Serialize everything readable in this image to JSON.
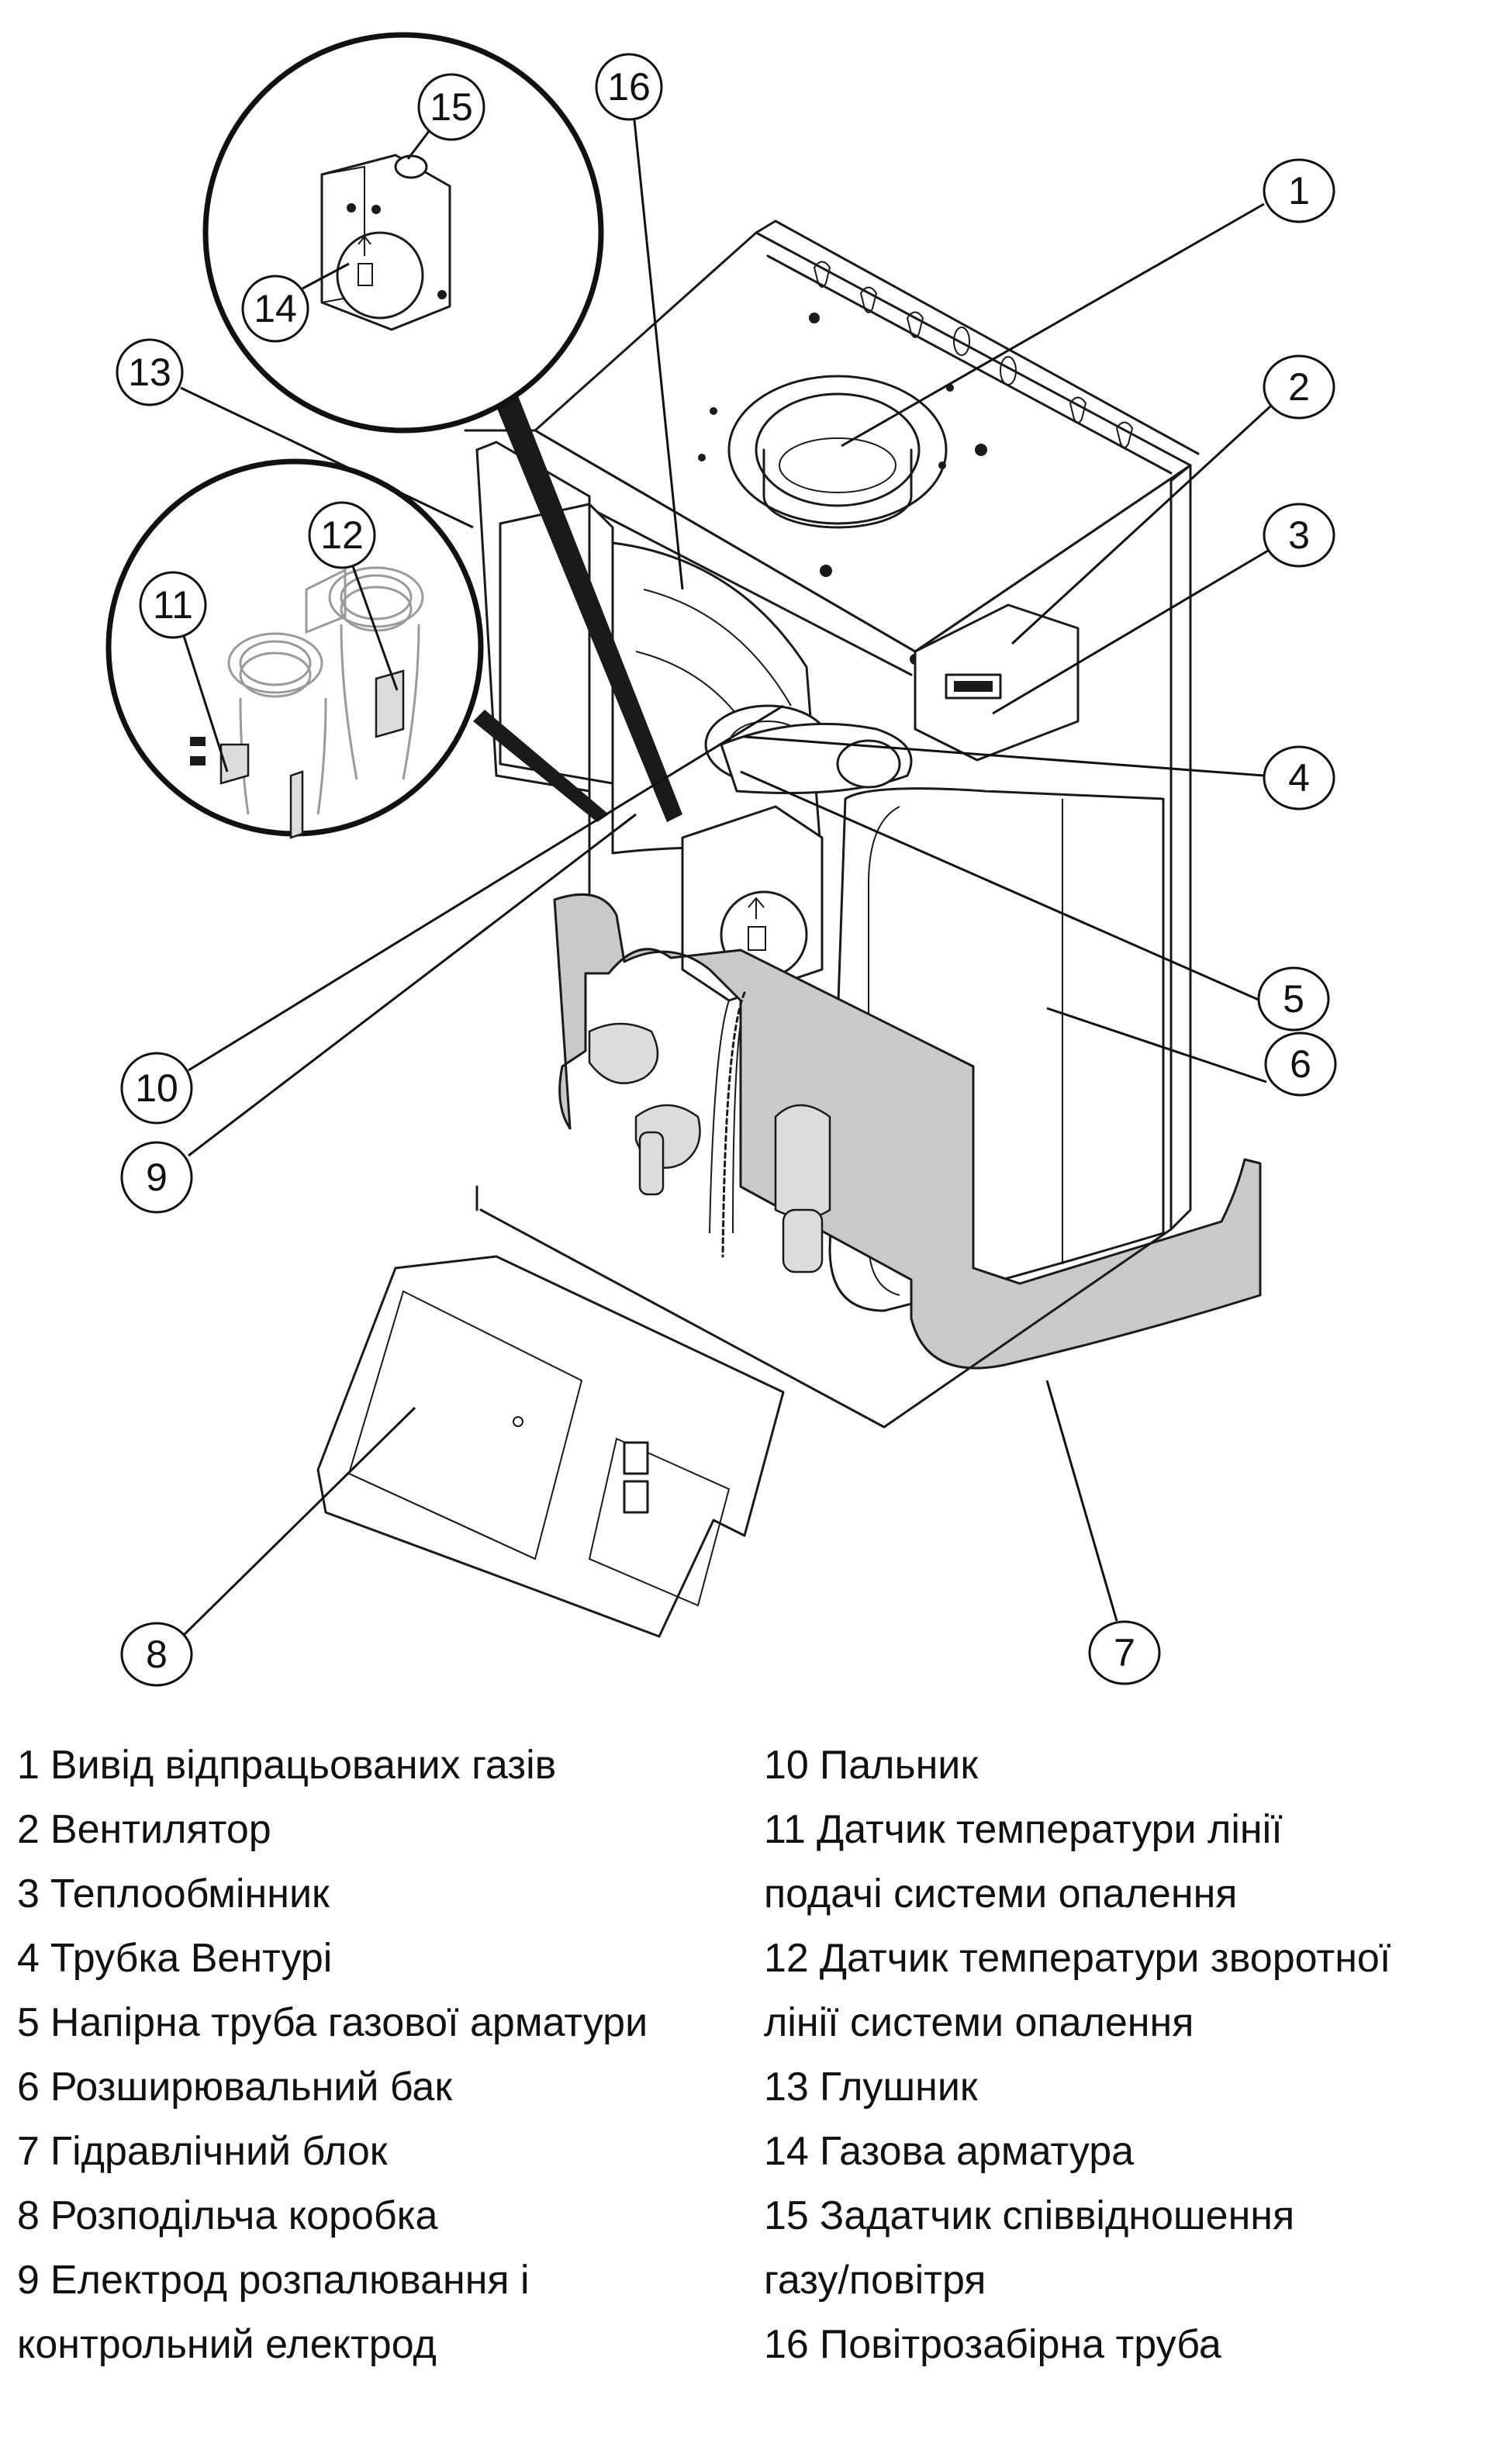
{
  "figure": {
    "callouts": [
      {
        "number": "1"
      },
      {
        "number": "2"
      },
      {
        "number": "3"
      },
      {
        "number": "4"
      },
      {
        "number": "5"
      },
      {
        "number": "6"
      },
      {
        "number": "7"
      },
      {
        "number": "8"
      },
      {
        "number": "9"
      },
      {
        "number": "10"
      },
      {
        "number": "11"
      },
      {
        "number": "12"
      },
      {
        "number": "13"
      },
      {
        "number": "14"
      },
      {
        "number": "15"
      },
      {
        "number": "16"
      }
    ],
    "colors": {
      "line": "#1a1a1a",
      "shade": "#c9c9c9",
      "background": "#ffffff"
    }
  },
  "legend": {
    "left": [
      {
        "num": "1",
        "lines": [
          "Вивід відпрацьованих газів"
        ]
      },
      {
        "num": "2",
        "lines": [
          "Вентилятор"
        ]
      },
      {
        "num": "3",
        "lines": [
          "Теплообмінник"
        ]
      },
      {
        "num": "4",
        "lines": [
          "Трубка Вентурі"
        ]
      },
      {
        "num": "5",
        "lines": [
          "Напірна труба газової арматури"
        ]
      },
      {
        "num": "6",
        "lines": [
          "Розширювальний бак"
        ]
      },
      {
        "num": "7",
        "lines": [
          "Гідравлічний блок"
        ]
      },
      {
        "num": "8",
        "lines": [
          "Розподільча коробка"
        ]
      },
      {
        "num": "9",
        "lines": [
          "Електрод розпалювання і",
          "контрольний електрод"
        ]
      }
    ],
    "right": [
      {
        "num": "10",
        "lines": [
          "Пальник"
        ]
      },
      {
        "num": "11",
        "lines": [
          "Датчик температури лінії",
          "подачі системи опалення"
        ]
      },
      {
        "num": "12",
        "lines": [
          "Датчик температури зворотної",
          "лінії системи опалення"
        ]
      },
      {
        "num": "13",
        "lines": [
          "Глушник"
        ]
      },
      {
        "num": "14",
        "lines": [
          "Газова арматура"
        ]
      },
      {
        "num": "15",
        "lines": [
          "Задатчик співвідношення",
          "газу/повітря"
        ]
      },
      {
        "num": "16",
        "lines": [
          "Повітрозабірна труба"
        ]
      }
    ]
  }
}
